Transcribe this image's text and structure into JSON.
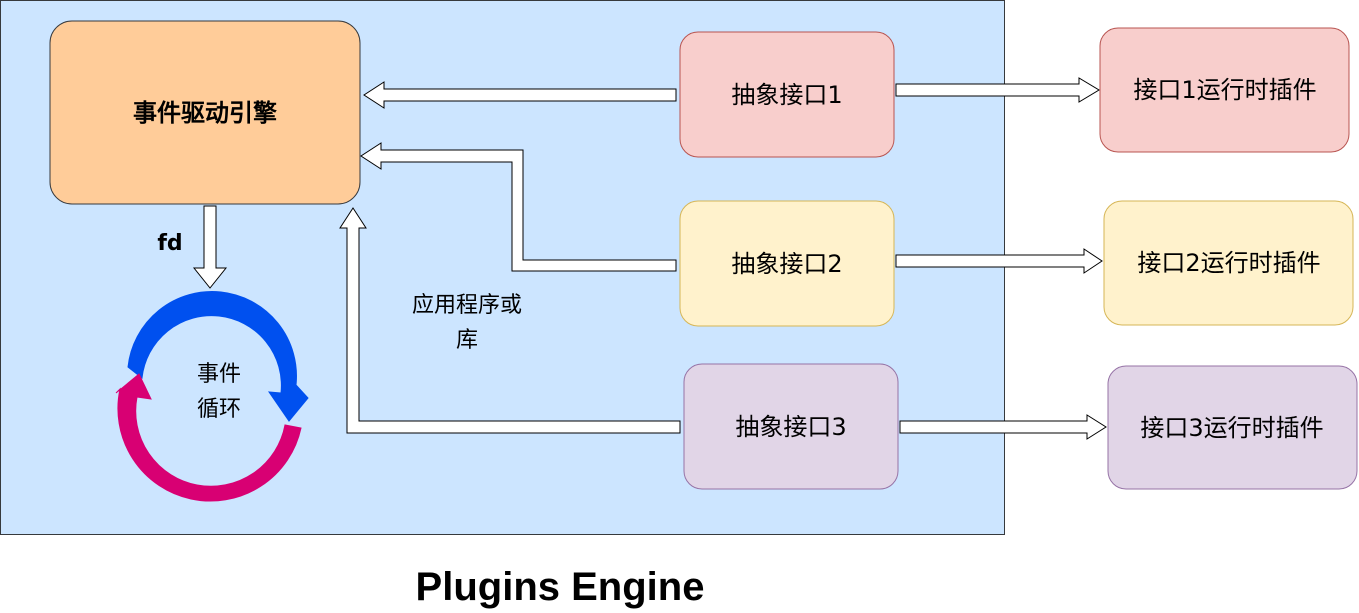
{
  "diagram": {
    "engine": {
      "label": "事件驱动引擎"
    },
    "fd_label": "fd",
    "event_loop": {
      "line1": "事件",
      "line2": "循环"
    },
    "app_label": {
      "line1": "应用程序或",
      "line2": "库"
    },
    "interfaces": [
      {
        "label": "抽象接口1",
        "fill": "#f8cecc",
        "stroke": "#b85450"
      },
      {
        "label": "抽象接口2",
        "fill": "#fff2cc",
        "stroke": "#d6b656"
      },
      {
        "label": "抽象接口3",
        "fill": "#e1d5e7",
        "stroke": "#9673a6"
      }
    ],
    "plugins": [
      {
        "label": "接口1运行时插件",
        "fill": "#f8cecc",
        "stroke": "#b85450"
      },
      {
        "label": "接口2运行时插件",
        "fill": "#fff2cc",
        "stroke": "#d6b656"
      },
      {
        "label": "接口3运行时插件",
        "fill": "#e1d5e7",
        "stroke": "#9673a6"
      }
    ],
    "colors": {
      "container_fill": "#cce5ff",
      "container_stroke": "#36393d",
      "engine_fill": "#ffcc99",
      "engine_stroke": "#36393d",
      "loop_blue": "#0050ef",
      "loop_magenta": "#d80073"
    }
  },
  "caption": "Plugins Engine"
}
